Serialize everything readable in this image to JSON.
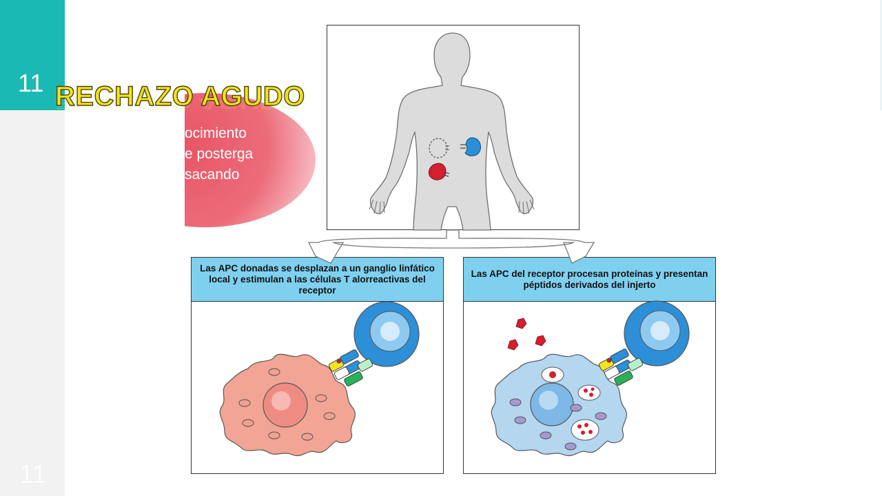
{
  "slide": {
    "number": "11",
    "number_bottom": "11"
  },
  "title": "RECHAZO AGUDO",
  "partial_text": [
    "ocimiento",
    "e posterga",
    "sacando"
  ],
  "panels": [
    {
      "caption": "Las APC donadas se desplazan a un ganglio linfático local y estimulan a las células T alorreactivas del receptor"
    },
    {
      "caption": "Las APC del receptor procesan proteínas y presentan péptidos derivados del injerto"
    }
  ],
  "colors": {
    "teal": "#1bb9b4",
    "title_yellow": "#f3e21f",
    "caption_blue": "#7fd0ee",
    "donor_kidney": "#2a8fd6",
    "recipient_kidney": "#d41f2e"
  }
}
